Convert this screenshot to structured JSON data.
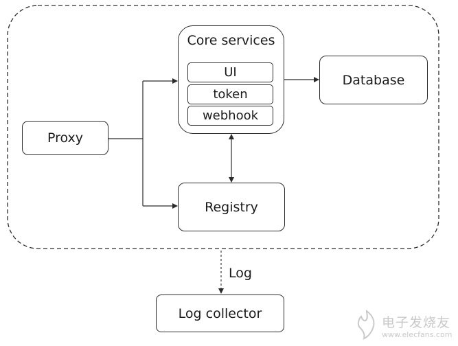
{
  "core": {
    "title": "Core services",
    "items": [
      "UI",
      "token",
      "webhook"
    ]
  },
  "nodes": {
    "database": "Database",
    "proxy": "Proxy",
    "registry": "Registry",
    "log_collector": "Log collector"
  },
  "edges": {
    "log_label": "Log"
  },
  "watermark": {
    "cn": "电子发烧友",
    "url": "www.elecfans.com"
  },
  "colors": {
    "stroke": "#2b2b2b",
    "watermark": "#c9c9c9"
  }
}
